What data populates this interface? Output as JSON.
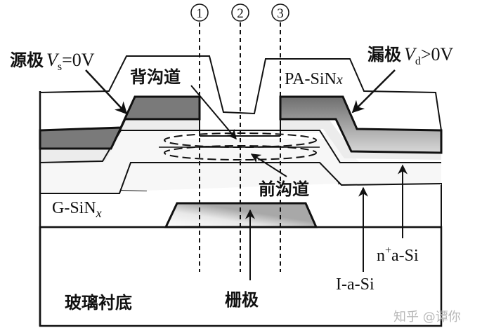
{
  "diagram": {
    "title": "a-Si TFT cross-section with front and back channels",
    "markers": [
      "①",
      "②",
      "③"
    ],
    "labels": {
      "source": {
        "cn": "源极",
        "var": "V",
        "sub": "s",
        "rest": "=0V"
      },
      "drain": {
        "cn": "漏极",
        "var": "V",
        "sub": "d",
        "rest": ">0V"
      },
      "back_channel": "背沟道",
      "front_channel": "前沟道",
      "passivation": {
        "main": "PA-SiN",
        "sub": "x"
      },
      "gate_insulator": {
        "main": "G-SiN",
        "sub": "x"
      },
      "n_plus_si": {
        "pre": "n",
        "sup": "+",
        "post": "a-Si"
      },
      "intrinsic_si": "I-a-Si",
      "gate": "栅极",
      "substrate": "玻璃衬底"
    },
    "watermark": "知乎 @谭你",
    "colors": {
      "electrode": "#7a7a7a",
      "n_plus_layer": "#ececec",
      "intrinsic_layer": "#f7f7f7",
      "gate_metal": "#a8a8a8",
      "outline": "#111111",
      "watermark": "#b8b8b8"
    }
  }
}
